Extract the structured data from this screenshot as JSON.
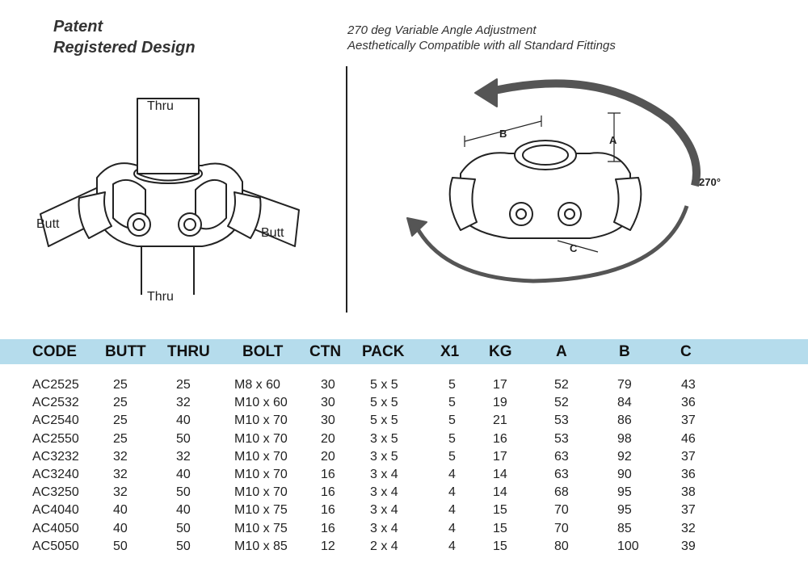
{
  "left_heading": {
    "line1": "Patent",
    "line2": "Registered Design"
  },
  "right_heading": {
    "line1": "270 deg Variable Angle Adjustment",
    "line2": "Aesthetically Compatible with all Standard Fittings"
  },
  "left_diagram": {
    "thru_top": "Thru",
    "thru_bottom": "Thru",
    "butt_left": "Butt",
    "butt_right": "Butt"
  },
  "right_diagram": {
    "label_a": "A",
    "label_b": "B",
    "label_c": "C",
    "angle": "270°"
  },
  "table": {
    "headers": {
      "code": "CODE",
      "butt": "BUTT",
      "thru": "THRU",
      "bolt": "BOLT",
      "ctn": "CTN",
      "pack": "PACK",
      "x1": "X1",
      "kg": "KG",
      "a": "A",
      "b": "B",
      "c": "C"
    },
    "header_bg": "#b5dcec",
    "rows": [
      {
        "code": "AC2525",
        "butt": "25",
        "thru": "25",
        "bolt": "M8 x 60",
        "ctn": "30",
        "pack": "5 x 5",
        "x1": "5",
        "kg": "17",
        "a": "52",
        "b": "79",
        "c": "43"
      },
      {
        "code": "AC2532",
        "butt": "25",
        "thru": "32",
        "bolt": "M10 x 60",
        "ctn": "30",
        "pack": "5 x 5",
        "x1": "5",
        "kg": "19",
        "a": "52",
        "b": "84",
        "c": "36"
      },
      {
        "code": "AC2540",
        "butt": "25",
        "thru": "40",
        "bolt": "M10 x 70",
        "ctn": "30",
        "pack": "5 x 5",
        "x1": "5",
        "kg": "21",
        "a": "53",
        "b": "86",
        "c": "37"
      },
      {
        "code": "AC2550",
        "butt": "25",
        "thru": "50",
        "bolt": "M10 x 70",
        "ctn": "20",
        "pack": "3 x 5",
        "x1": "5",
        "kg": "16",
        "a": "53",
        "b": "98",
        "c": "46"
      },
      {
        "code": "AC3232",
        "butt": "32",
        "thru": "32",
        "bolt": "M10 x 70",
        "ctn": "20",
        "pack": "3 x 5",
        "x1": "5",
        "kg": "17",
        "a": "63",
        "b": "92",
        "c": "37"
      },
      {
        "code": "AC3240",
        "butt": "32",
        "thru": "40",
        "bolt": "M10 x 70",
        "ctn": "16",
        "pack": "3 x 4",
        "x1": "4",
        "kg": "14",
        "a": "63",
        "b": "90",
        "c": "36"
      },
      {
        "code": "AC3250",
        "butt": "32",
        "thru": "50",
        "bolt": "M10 x 70",
        "ctn": "16",
        "pack": "3 x 4",
        "x1": "4",
        "kg": "14",
        "a": "68",
        "b": "95",
        "c": "38"
      },
      {
        "code": "AC4040",
        "butt": "40",
        "thru": "40",
        "bolt": "M10 x 75",
        "ctn": "16",
        "pack": "3 x 4",
        "x1": "4",
        "kg": "15",
        "a": "70",
        "b": "95",
        "c": "37"
      },
      {
        "code": "AC4050",
        "butt": "40",
        "thru": "50",
        "bolt": "M10 x 75",
        "ctn": "16",
        "pack": "3 x 4",
        "x1": "4",
        "kg": "15",
        "a": "70",
        "b": "85",
        "c": "32"
      },
      {
        "code": "AC5050",
        "butt": "50",
        "thru": "50",
        "bolt": "M10 x 85",
        "ctn": "12",
        "pack": "2 x 4",
        "x1": "4",
        "kg": "15",
        "a": "80",
        "b": "100",
        "c": "39"
      }
    ]
  }
}
